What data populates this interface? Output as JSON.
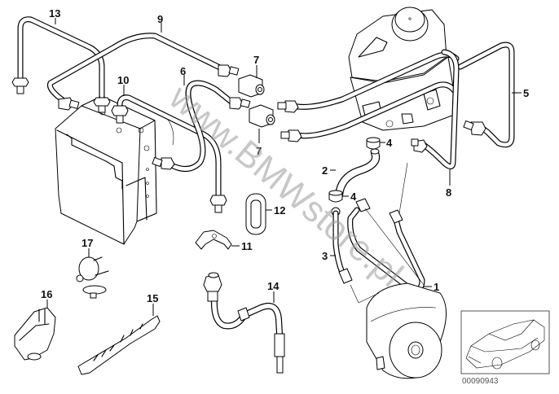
{
  "diagram": {
    "title": "Brake pipe / hydraulic unit parts diagram",
    "watermark": "www.BMWstore.pl",
    "reference_number": "00090943",
    "colors": {
      "line": "#000000",
      "background": "#ffffff",
      "watermark": "#9a9a9a"
    },
    "callouts": [
      {
        "id": "13",
        "label": "13",
        "part": "brake pipe"
      },
      {
        "id": "9",
        "label": "9",
        "part": "brake pipe"
      },
      {
        "id": "10",
        "label": "10",
        "part": "brake pipe"
      },
      {
        "id": "6",
        "label": "6",
        "part": "brake pipe"
      },
      {
        "id": "7a",
        "label": "7",
        "part": "adapter"
      },
      {
        "id": "7b",
        "label": "7",
        "part": "adapter"
      },
      {
        "id": "4a",
        "label": "4",
        "part": "hose clamp"
      },
      {
        "id": "4b",
        "label": "4",
        "part": "hose clamp"
      },
      {
        "id": "5",
        "label": "5",
        "part": "brake pipe"
      },
      {
        "id": "8",
        "label": "8",
        "part": "brake pipe"
      },
      {
        "id": "2",
        "label": "2",
        "part": "hose"
      },
      {
        "id": "3",
        "label": "3",
        "part": "pipe"
      },
      {
        "id": "1",
        "label": "1",
        "part": "brake pipe"
      },
      {
        "id": "12",
        "label": "12",
        "part": "grommet"
      },
      {
        "id": "11",
        "label": "11",
        "part": "bracket"
      },
      {
        "id": "14",
        "label": "14",
        "part": "brake hose"
      },
      {
        "id": "17",
        "label": "17",
        "part": "pipe clip"
      },
      {
        "id": "16",
        "label": "16",
        "part": "pipe holder"
      },
      {
        "id": "15",
        "label": "15",
        "part": "pipe holder"
      }
    ],
    "components": [
      "hydraulic-unit",
      "master-cylinder-reservoir",
      "pump-motor",
      "vehicle-thumbnail"
    ]
  }
}
